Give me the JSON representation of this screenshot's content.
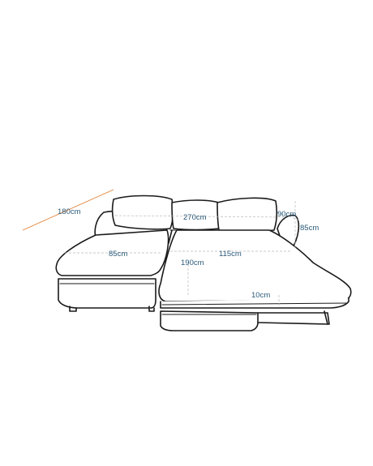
{
  "dimensions": {
    "depth_chaise": "180cm",
    "total_width": "270cm",
    "seat_depth": "90cm",
    "height": "85cm",
    "chaise_width": "85cm",
    "bed_width": "115cm",
    "bed_length": "190cm",
    "mattress_thickness": "10cm"
  },
  "colors": {
    "dimension_text": "#2b5a7a",
    "dimension_line": "#e07a2a",
    "outline": "#1a1a1a"
  }
}
